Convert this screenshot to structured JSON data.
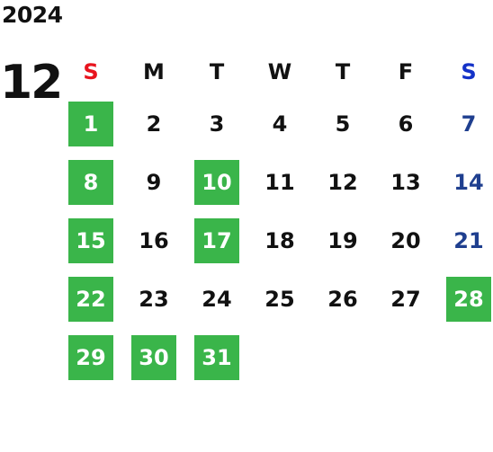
{
  "calendar": {
    "year": "2024",
    "month": "12",
    "weekdays": [
      "S",
      "M",
      "T",
      "W",
      "T",
      "F",
      "S"
    ],
    "weeks": [
      [
        {
          "d": "1",
          "h": true
        },
        {
          "d": "2"
        },
        {
          "d": "3"
        },
        {
          "d": "4"
        },
        {
          "d": "5"
        },
        {
          "d": "6"
        },
        {
          "d": "7"
        }
      ],
      [
        {
          "d": "8",
          "h": true
        },
        {
          "d": "9"
        },
        {
          "d": "10",
          "h": true
        },
        {
          "d": "11"
        },
        {
          "d": "12"
        },
        {
          "d": "13"
        },
        {
          "d": "14"
        }
      ],
      [
        {
          "d": "15",
          "h": true
        },
        {
          "d": "16"
        },
        {
          "d": "17",
          "h": true
        },
        {
          "d": "18"
        },
        {
          "d": "19"
        },
        {
          "d": "20"
        },
        {
          "d": "21"
        }
      ],
      [
        {
          "d": "22",
          "h": true
        },
        {
          "d": "23"
        },
        {
          "d": "24"
        },
        {
          "d": "25"
        },
        {
          "d": "26"
        },
        {
          "d": "27"
        },
        {
          "d": "28",
          "h": true
        }
      ],
      [
        {
          "d": "29",
          "h": true
        },
        {
          "d": "30",
          "h": true
        },
        {
          "d": "31",
          "h": true
        },
        {
          "d": ""
        },
        {
          "d": ""
        },
        {
          "d": ""
        },
        {
          "d": ""
        }
      ]
    ]
  },
  "colors": {
    "highlight": "#3ab54a",
    "sunday_header": "#e8141e",
    "saturday_header": "#1432c8",
    "saturday_date": "#1f3f8f",
    "text": "#111111"
  }
}
